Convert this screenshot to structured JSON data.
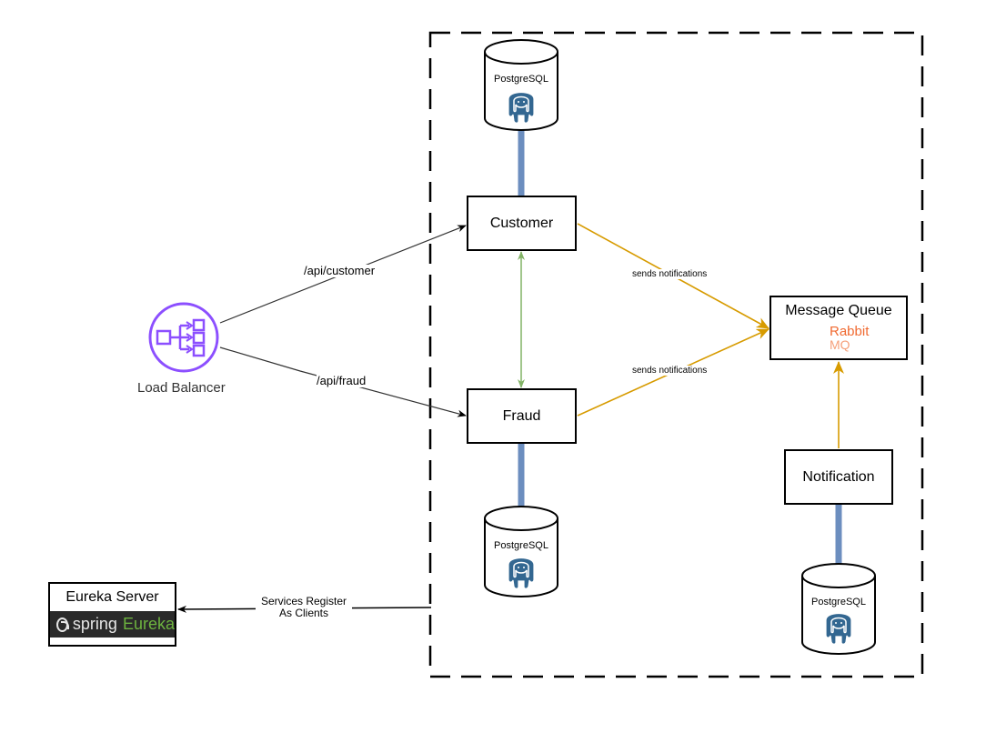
{
  "load_balancer": {
    "label": "Load Balancer",
    "icon": "load-balancer-icon",
    "color": "#8C4FFF"
  },
  "services": {
    "customer": "Customer",
    "fraud": "Fraud",
    "notification": "Notification"
  },
  "databases": {
    "customer_db": "PostgreSQL",
    "fraud_db": "PostgreSQL",
    "notification_db": "PostgreSQL"
  },
  "message_queue": {
    "title": "Message Queue",
    "logo_text_1": "Rabbit",
    "logo_text_2": "MQ",
    "logo_color": "#F06A31"
  },
  "eureka": {
    "title": "Eureka Server",
    "logo_text_1": "spring",
    "logo_text_2": "Eureka",
    "logo_bg": "#2a2a2a",
    "logo_accent": "#6DB33F"
  },
  "edges": {
    "lb_customer": "/api/customer",
    "lb_fraud": "/api/fraud",
    "customer_mq": "sends notifications",
    "fraud_mq": "sends notifications",
    "register_line1": "Services Register",
    "register_line2": "As Clients"
  },
  "colors": {
    "db_link": "#6C8EBF",
    "notify": "#D79B00",
    "bidirectional": "#82B366",
    "request": "#333333"
  }
}
